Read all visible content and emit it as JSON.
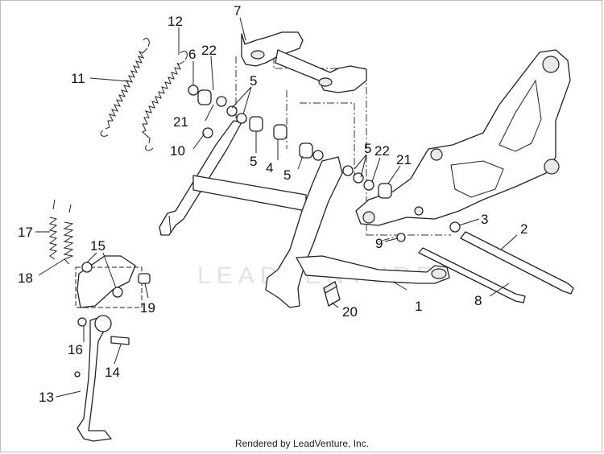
{
  "watermark": "LEADVENTURE",
  "credit": "Rendered by LeadVenture, Inc.",
  "callouts": [
    "1",
    "2",
    "3",
    "4",
    "5",
    "6",
    "7",
    "8",
    "9",
    "10",
    "11",
    "12",
    "13",
    "14",
    "15",
    "16",
    "17",
    "18",
    "19",
    "20",
    "21",
    "22"
  ],
  "accent_color": "#222222"
}
